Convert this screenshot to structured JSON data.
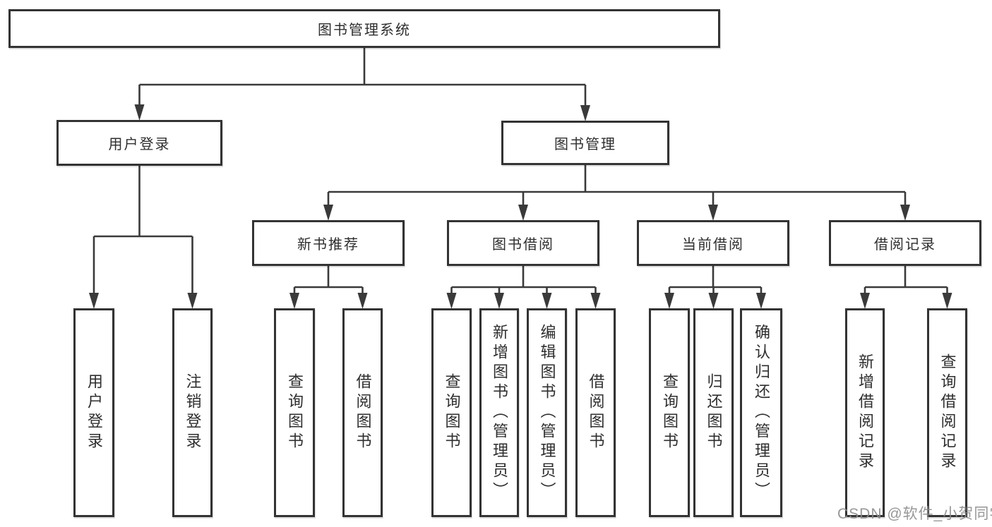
{
  "diagram": {
    "root": {
      "label": "图书管理系统"
    },
    "level2": {
      "user_login": {
        "label": "用户登录"
      },
      "book_management": {
        "label": "图书管理"
      }
    },
    "level3": {
      "new_book_recommend": {
        "label": "新书推荐"
      },
      "book_borrowing": {
        "label": "图书借阅"
      },
      "current_borrowing": {
        "label": "当前借阅"
      },
      "borrowing_records": {
        "label": "借阅记录"
      }
    },
    "leaves": {
      "user_login_action": {
        "label": "用户登录"
      },
      "logout": {
        "label": "注销登录"
      },
      "recommend_query_books": {
        "label": "查询图书"
      },
      "recommend_borrow_books": {
        "label": "借阅图书"
      },
      "borrowing_query_books": {
        "label": "查询图书"
      },
      "add_books_admin": {
        "label": "新增图书（管理员）"
      },
      "edit_books_admin": {
        "label": "编辑图书（管理员）"
      },
      "borrowing_borrow_books": {
        "label": "借阅图书"
      },
      "current_query_books": {
        "label": "查询图书"
      },
      "return_books": {
        "label": "归还图书"
      },
      "confirm_return_admin": {
        "label": "确认归还（管理员）"
      },
      "add_borrow_record": {
        "label": "新增借阅记录"
      },
      "query_borrow_record": {
        "label": "查询借阅记录"
      }
    }
  },
  "watermark": {
    "text": "CSDN @软件_小贺同学"
  },
  "colors": {
    "line": "#3a3a3a",
    "box_border": "#333333",
    "background": "#ffffff",
    "watermark": "#8c8c8c"
  }
}
